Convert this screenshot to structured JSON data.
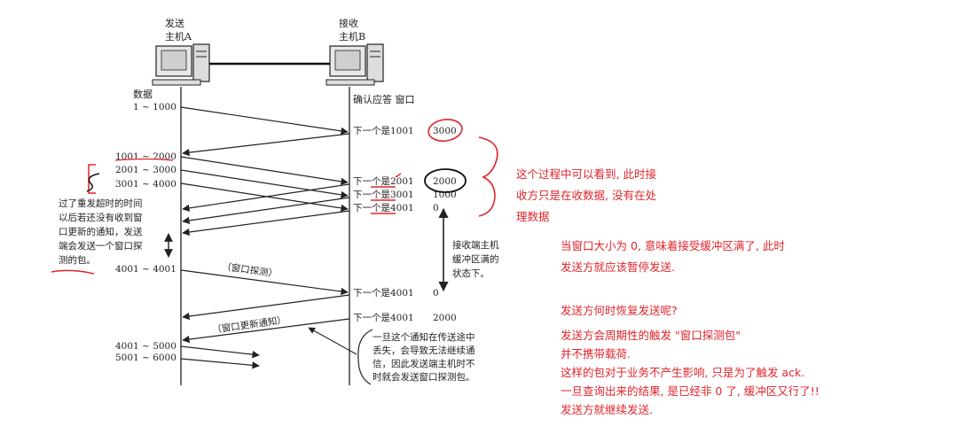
{
  "hosts": {
    "sender_line1": "发送",
    "sender_line2": "主机A",
    "receiver_line1": "接收",
    "receiver_line2": "主机B"
  },
  "column_headers": {
    "data": "数据",
    "ack_window": "确认应答 窗口"
  },
  "left_labels": [
    "1 ~ 1000",
    "1001 ~ 2000",
    "2001 ~ 3000",
    "3001 ~ 4000",
    "4001 ~ 4001",
    "4001 ~ 5000",
    "5001 ~ 6000"
  ],
  "right_acks": [
    {
      "text": "下一个是1001",
      "window": "3000"
    },
    {
      "text": "下一个是2001",
      "window": "2000"
    },
    {
      "text": "下一个是3001",
      "window": "1000"
    },
    {
      "text": "下一个是4001",
      "window": "0"
    },
    {
      "text": "下一个是4001",
      "window": "0"
    },
    {
      "text": "下一个是4001",
      "window": "2000"
    }
  ],
  "arrow_labels": {
    "probe": "（窗口探测）",
    "update": "（窗口更新通知）"
  },
  "timeout_note": [
    "过了重发超时的时间",
    "以后若还没有收到窗",
    "口更新的通知，发送",
    "端会发送一个窗口探",
    "测的包。"
  ],
  "buffer_note": [
    "接收端主机",
    "缓冲区满的",
    "状态下。"
  ],
  "loss_note": [
    "一旦这个通知在传送途中",
    "丢失，会导致无法继续通",
    "信，因此发送端主机时不",
    "时就会发送窗口探测包。"
  ],
  "red_note_1": [
    "这个过程中可以看到, 此时接",
    "收方只是在收数据, 没有在处",
    "理数据"
  ],
  "red_note_2": [
    "当窗口大小为 0, 意味着接受缓冲区满了, 此时",
    "发送方就应该暂停发送."
  ],
  "red_note_3": [
    "发送方何时恢复发送呢?"
  ],
  "red_note_4": [
    "发送方会周期性的触发 \"窗口探测包\"",
    "并不携带载荷.",
    "这样的包对于业务不产生影响, 只是为了触发 ack.",
    "一旦查询出来的结果, 是已经非 0 了, 缓冲区又行了!!",
    "发送方就继续发送."
  ],
  "colors": {
    "annotation": "#e0242b",
    "ink": "#222222",
    "hand_black": "#111111"
  }
}
